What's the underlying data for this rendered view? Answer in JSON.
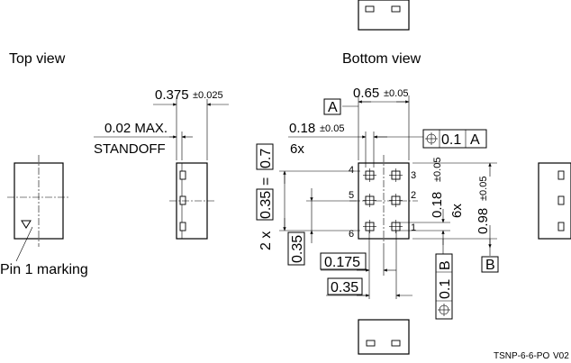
{
  "views": {
    "top_view_title": "Top view",
    "bottom_view_title": "Bottom view",
    "pin1_label": "Pin 1 marking"
  },
  "dimensions": {
    "thickness": {
      "value": "0.375",
      "tol": "±0.025"
    },
    "standoff": {
      "value": "0.02 MAX.",
      "label": "STANDOFF"
    },
    "width": {
      "value": "0.65",
      "tol": "±0.05",
      "datum": "A"
    },
    "pad_width": {
      "value": "0.18",
      "tol": "±0.05",
      "count": "6x"
    },
    "position_tol_a": {
      "value": "0.1",
      "datum": "A"
    },
    "length": {
      "value": "0.98",
      "tol": "±0.05",
      "datum": "B"
    },
    "pad_length": {
      "value": "0.18",
      "tol": "±0.05",
      "count": "6x"
    },
    "pitch_total": {
      "prefix": "2 x",
      "pitch": "0.35",
      "equals": "=",
      "total": "0.7"
    },
    "pitch_y": "0.35",
    "pitch_x_half": "0.175",
    "pitch_x": "0.35",
    "position_tol_b": {
      "value": "0.1",
      "datum": "B"
    }
  },
  "pins": [
    "1",
    "2",
    "3",
    "4",
    "5",
    "6"
  ],
  "footer": {
    "code": "TSNP-6-6-PO",
    "version": "V02"
  }
}
